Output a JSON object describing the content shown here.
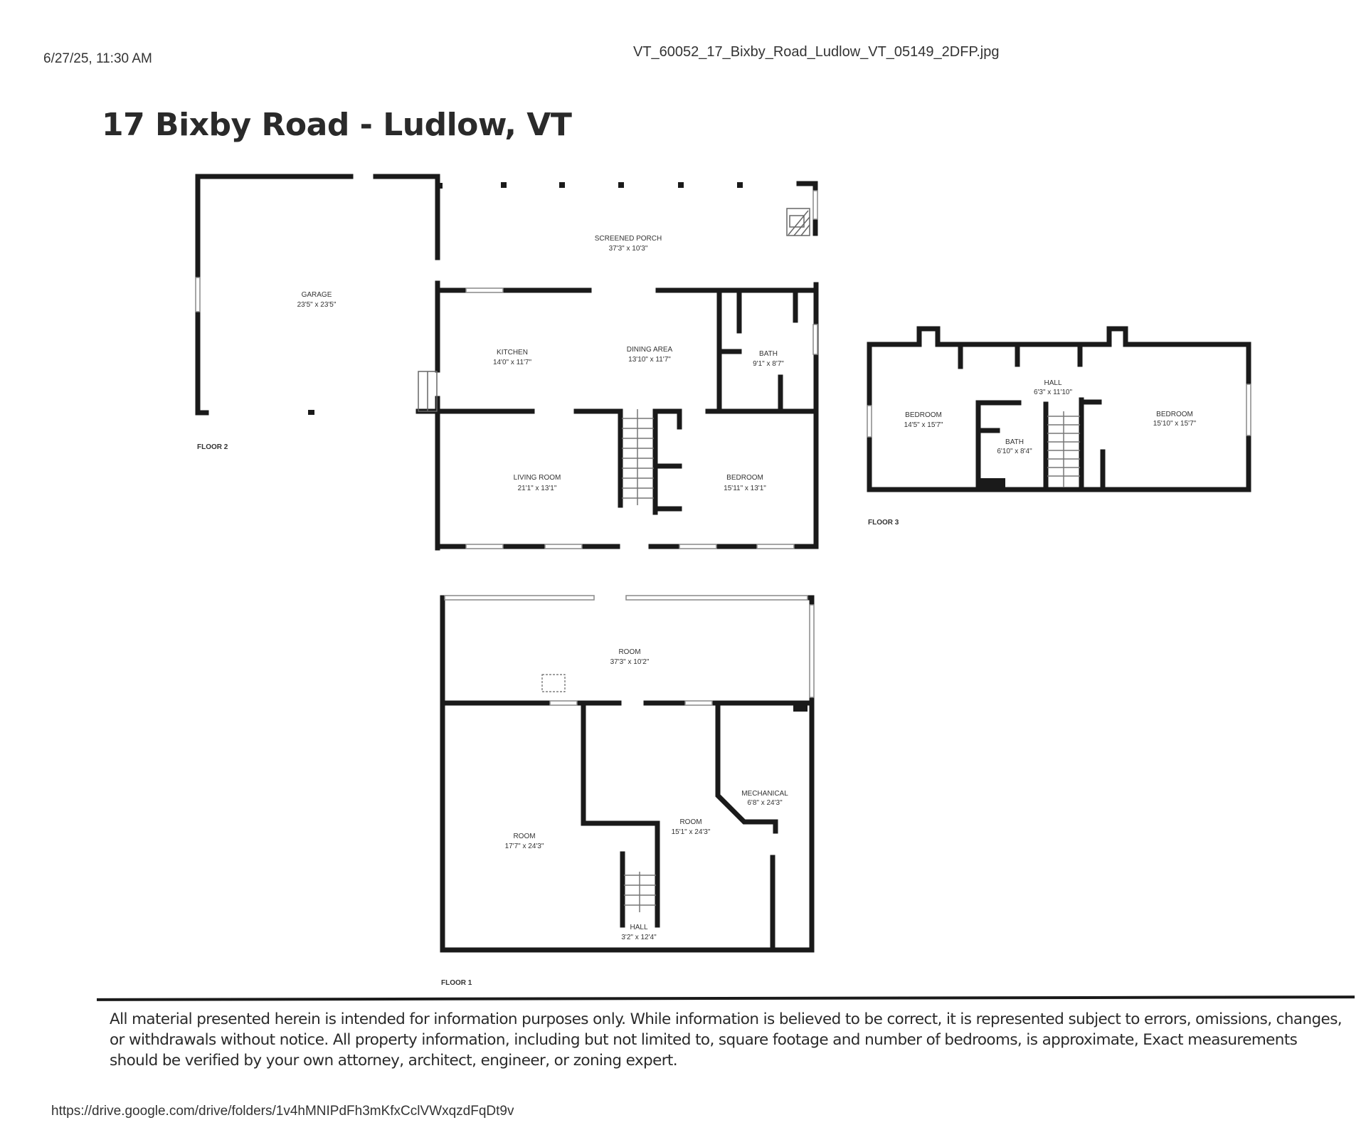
{
  "header": {
    "print_datetime": "6/27/25, 11:30 AM",
    "file_name": "VT_60052_17_Bixby_Road_Ludlow_VT_05149_2DFP.jpg"
  },
  "title": "17 Bixby Road - Ludlow, VT",
  "floors": [
    {
      "label": "FLOOR 2",
      "rooms": [
        {
          "name": "GARAGE",
          "size": "23'5\" x 23'5\""
        },
        {
          "name": "SCREENED PORCH",
          "size": "37'3\" x 10'3\""
        },
        {
          "name": "KITCHEN",
          "size": "14'0\" x 11'7\""
        },
        {
          "name": "DINING AREA",
          "size": "13'10\" x 11'7\""
        },
        {
          "name": "BATH",
          "size": "9'1\" x 8'7\""
        },
        {
          "name": "LIVING ROOM",
          "size": "21'1\" x 13'1\""
        },
        {
          "name": "BEDROOM",
          "size": "15'11\" x 13'1\""
        }
      ]
    },
    {
      "label": "FLOOR 3",
      "rooms": [
        {
          "name": "BEDROOM",
          "size": "14'5\" x 15'7\""
        },
        {
          "name": "HALL",
          "size": "6'3\" x 11'10\""
        },
        {
          "name": "BATH",
          "size": "6'10\" x 8'4\""
        },
        {
          "name": "BEDROOM",
          "size": "15'10\" x 15'7\""
        }
      ]
    },
    {
      "label": "FLOOR 1",
      "rooms": [
        {
          "name": "ROOM",
          "size": "37'3\" x 10'2\""
        },
        {
          "name": "ROOM",
          "size": "17'7\" x 24'3\""
        },
        {
          "name": "ROOM",
          "size": "15'1\" x 24'3\""
        },
        {
          "name": "MECHANICAL",
          "size": "6'8\" x 24'3\""
        },
        {
          "name": "HALL",
          "size": "3'2\" x 12'4\""
        }
      ]
    }
  ],
  "disclaimer": "All material presented herein is intended for information purposes only. While information is believed to be correct, it is represented subject to errors, omissions, changes, or withdrawals without notice. All property information, including but not limited to, square footage and number of bedrooms, is approximate, Exact measurements should be verified by your own attorney, architect, engineer, or zoning expert.",
  "footer_url": "https://drive.google.com/drive/folders/1v4hMNIPdFh3mKfxCclVWxqzdFqDt9v"
}
